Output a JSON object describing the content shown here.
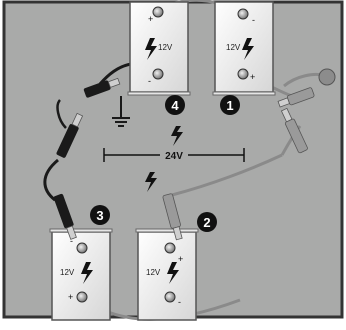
{
  "diagram": {
    "batteries": {
      "top_left": {
        "voltage": "12V",
        "terminal_top": "+",
        "terminal_bottom": "-"
      },
      "top_right": {
        "voltage": "12V",
        "terminal_top": "-",
        "terminal_bottom": "+"
      },
      "bottom_left": {
        "voltage": "12V",
        "terminal_top": "-",
        "terminal_bottom": "+"
      },
      "bottom_right": {
        "voltage": "12V",
        "terminal_top": "+",
        "terminal_bottom": "-"
      }
    },
    "voltage_span_label": "24V",
    "steps": [
      "1",
      "2",
      "3",
      "4"
    ]
  },
  "colors": {
    "background": "#a9aaa9",
    "battery_body": "#f4f4f4",
    "clamp_red": "#9a9a9a",
    "clamp_black": "#1a1a1a",
    "wire_grey": "#8a8a8a",
    "step_badge": "#111111"
  }
}
